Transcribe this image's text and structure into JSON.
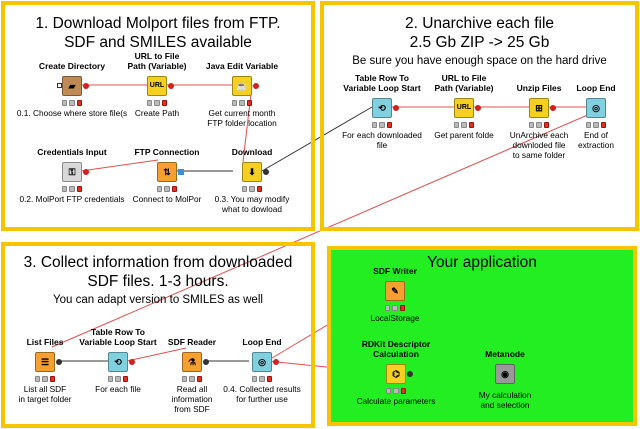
{
  "panels": {
    "download": {
      "title_line1": "1. Download Molport files from FTP.",
      "title_line2": "SDF and SMILES available"
    },
    "unarchive": {
      "title_line1": "2. Unarchive each file",
      "title_line2": "2.5 Gb ZIP -> 25 Gb",
      "subtitle": "Be sure you have enough space on the hard drive"
    },
    "collect": {
      "title_line1": "3. Collect information from downloaded",
      "title_line2": "SDF files. 1-3 hours.",
      "subtitle": "You can adapt version to SMILES as well"
    },
    "application": {
      "title": "Your application"
    }
  },
  "nodes": {
    "create_directory": {
      "title": "Create Directory",
      "label_1": "0.1. Choose where store file(s",
      "icon": "folder-icon",
      "color": "#c08a55"
    },
    "url_to_file_path_1": {
      "title_1": "URL to File",
      "title_2": "Path (Variable)",
      "label_1": "Create Path",
      "icon": "url-path-icon",
      "color": "#f5d020"
    },
    "java_edit_variable": {
      "title": "Java Edit Variable",
      "label_1": "Get current month",
      "label_2": "FTP folder location",
      "icon": "java-icon",
      "color": "#f5d020"
    },
    "credentials_input": {
      "title": "Credentials Input",
      "label_1": "0.2. MolPort FTP credentials",
      "icon": "key-icon",
      "color": "#d8d8d8"
    },
    "ftp_connection": {
      "title": "FTP Connection",
      "label_1": "Connect to MolPor",
      "icon": "ftp-icon",
      "color": "#f5a030"
    },
    "download": {
      "title": "Download",
      "label_1": "0.3. You may modify",
      "label_2": "what to dowload",
      "icon": "download-icon",
      "color": "#f5d020"
    },
    "table_row_loop_start_1": {
      "title_1": "Table Row To",
      "title_2": "Variable Loop Start",
      "label_1": "For each downloaded",
      "label_2": "file",
      "icon": "loop-start-icon",
      "color": "#80d0e0"
    },
    "url_to_file_path_2": {
      "title_1": "URL to File",
      "title_2": "Path (Variable)",
      "label_1": "Get parent folde",
      "icon": "url-path-icon",
      "color": "#f5d020"
    },
    "unzip_files": {
      "title": "Unzip Files",
      "label_1": "UnArchive each",
      "label_2": "downloded file",
      "label_3": "to same folder",
      "icon": "zip-icon",
      "color": "#f5d020"
    },
    "loop_end_1": {
      "title": "Loop End",
      "label_1": "End of",
      "label_2": "extraction",
      "icon": "loop-end-icon",
      "color": "#80d0e0"
    },
    "list_files": {
      "title": "List Files",
      "label_1": "List all SDF",
      "label_2": "in target folder",
      "icon": "list-files-icon",
      "color": "#f5a030"
    },
    "table_row_loop_start_2": {
      "title_1": "Table Row To",
      "title_2": "Variable Loop Start",
      "label_1": "For each file",
      "icon": "loop-start-icon",
      "color": "#80d0e0"
    },
    "sdf_reader": {
      "title": "SDF Reader",
      "label_1": "Read all",
      "label_2": "information",
      "label_3": "from SDF",
      "icon": "sdf-reader-icon",
      "color": "#f5a030"
    },
    "loop_end_2": {
      "title": "Loop End",
      "label_1": "0.4. Collected results",
      "label_2": "for further use",
      "icon": "loop-end-icon",
      "color": "#80d0e0"
    },
    "sdf_writer": {
      "title": "SDF Writer",
      "label_1": "LocalStorage",
      "icon": "sdf-writer-icon",
      "color": "#f5a030"
    },
    "rdkit_descriptor": {
      "title_1": "RDKit Descriptor",
      "title_2": "Calculation",
      "label_1": "Calculate parameters",
      "icon": "rdkit-icon",
      "color": "#f5d020"
    },
    "metanode": {
      "title": "Metanode",
      "label_1": "My calculation",
      "label_2": "and selection",
      "icon": "metanode-icon",
      "color": "#999999"
    }
  }
}
